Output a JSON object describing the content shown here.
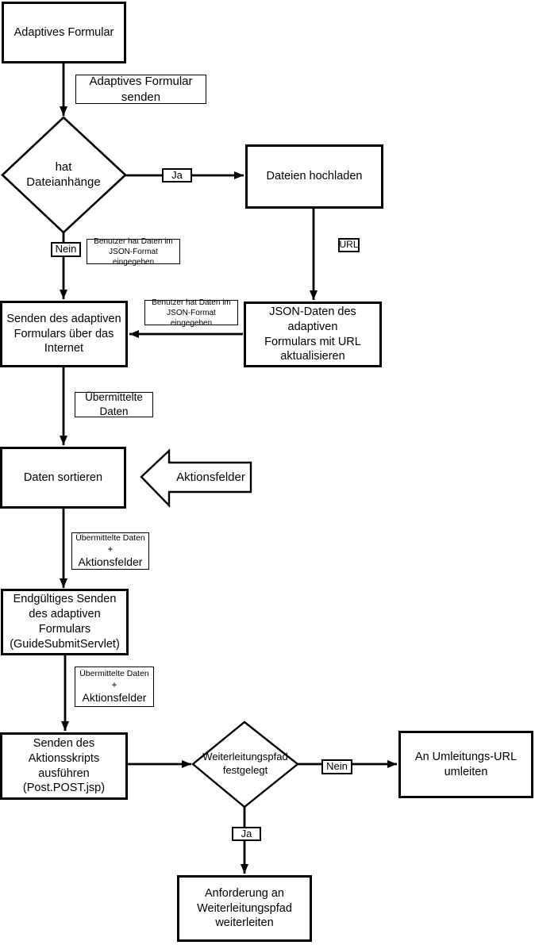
{
  "diagram": {
    "colors": {
      "ink": "#000000",
      "paper": "#ffffff"
    },
    "nodes": {
      "adaptive_form": {
        "label": "Adaptives Formular"
      },
      "upload_files": {
        "label": "Dateien hochladen"
      },
      "send_internet": {
        "lines": [
          "Senden des adaptiven",
          "Formulars über das",
          "Internet"
        ]
      },
      "update_json": {
        "lines": [
          "JSON-Daten des adaptiven",
          "Formulars mit URL",
          "aktualisieren"
        ]
      },
      "sort_data": {
        "label": "Daten sortieren"
      },
      "final_submit": {
        "lines": [
          "Endgültiges Senden",
          "des adaptiven",
          "Formulars",
          "(GuideSubmitServlet)"
        ]
      },
      "run_action": {
        "lines": [
          "Senden des",
          "Aktionsskripts",
          "ausführen",
          "(Post.POST.jsp)"
        ]
      },
      "redirect_url": {
        "lines": [
          "An Umleitungs-URL",
          "umleiten"
        ]
      },
      "forward_request": {
        "lines": [
          "Anforderung an",
          "Weiterleitungspfad",
          "weiterleiten"
        ]
      }
    },
    "decisions": {
      "has_attachments": {
        "lines": [
          "hat",
          "Dateianhänge"
        ]
      },
      "redirect_path_set": {
        "lines": [
          "Weiterleitungspfad",
          "festgelegt"
        ]
      }
    },
    "edge_labels": {
      "send_form": {
        "lines": [
          "Adaptives Formular",
          "senden"
        ]
      },
      "ja_top": "Ja",
      "nein_top": "Nein",
      "user_json_top": {
        "lines": [
          "Benutzer hat Daten im",
          "JSON-Format eingegeben"
        ]
      },
      "url": "URL",
      "user_json_mid": {
        "lines": [
          "Benutzer hat Daten im",
          "JSON-Format eingegeben"
        ]
      },
      "submitted_data": {
        "lines": [
          "Übermittelte",
          "Daten"
        ]
      },
      "action_fields": "Aktionsfelder",
      "submitted_plus_1": {
        "line1": "Übermittelte Daten",
        "line2": "+",
        "line3": "Aktionsfelder"
      },
      "submitted_plus_2": {
        "line1": "Übermittelte Daten",
        "line2": "+",
        "line3": "Aktionsfelder"
      },
      "nein_bottom": "Nein",
      "ja_bottom": "Ja"
    }
  }
}
